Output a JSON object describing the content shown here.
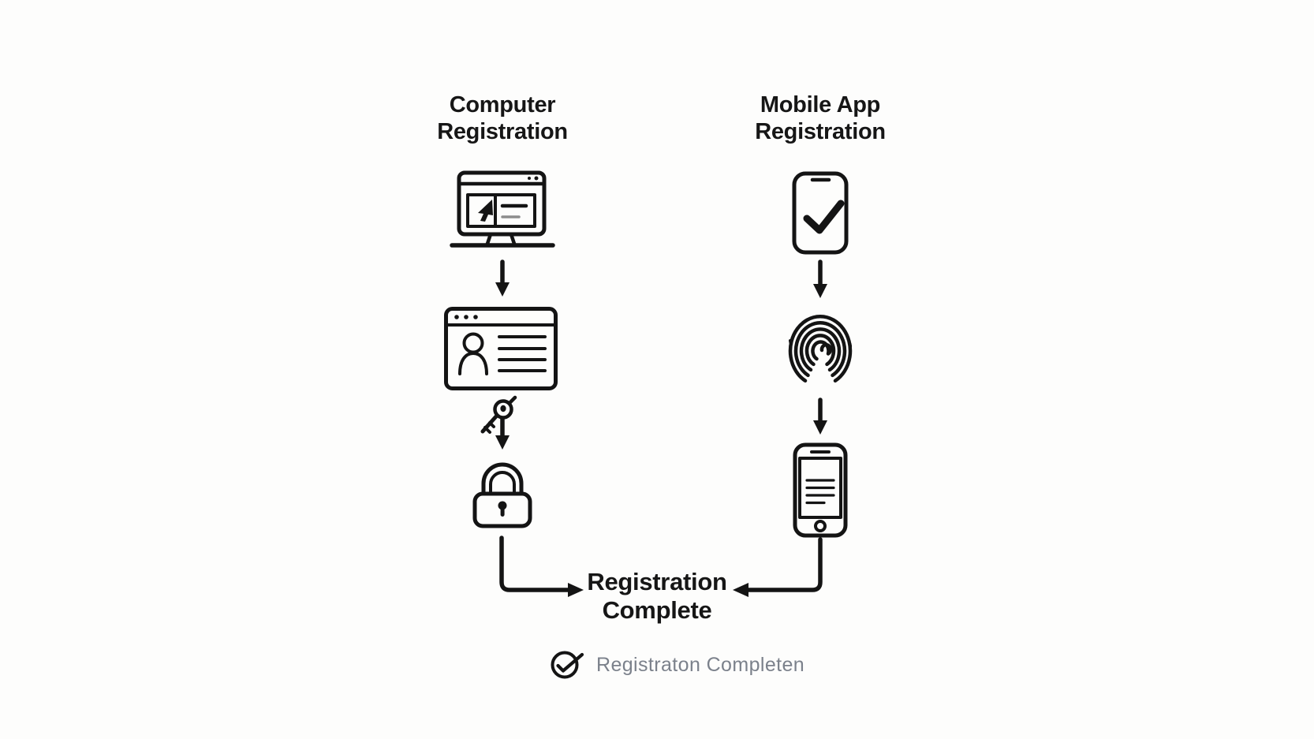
{
  "colors": {
    "background": "#fdfdfc",
    "ink": "#161616",
    "stroke": "#141414",
    "muted_text": "#7b818b",
    "muted_line": "#8d8d8d"
  },
  "left_flow": {
    "title_lines": [
      "Computer",
      "Registration"
    ],
    "step_icons": [
      "desktop-monitor-icon",
      "down-arrow-icon",
      "registration-form-icon",
      "key-icon",
      "down-arrow-icon",
      "padlock-icon"
    ]
  },
  "right_flow": {
    "title_lines": [
      "Mobile App",
      "Registration"
    ],
    "step_icons": [
      "smartphone-check-icon",
      "down-arrow-icon",
      "fingerprint-icon",
      "down-arrow-icon",
      "smartphone-text-icon"
    ]
  },
  "result": {
    "lines": [
      "Registration",
      "Complete"
    ]
  },
  "connectors": [
    "elbow-arrow-left",
    "elbow-arrow-right"
  ],
  "footer": {
    "icon": "check-circle-icon",
    "label": "Registraton Completen"
  }
}
